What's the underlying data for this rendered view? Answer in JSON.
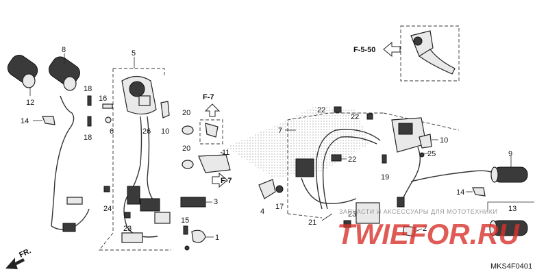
{
  "diagram_code": "MKS4F0401",
  "references": {
    "f7_top": "F-7",
    "f7_mid": "F-7",
    "f550": "F-5-50",
    "fr": "FR."
  },
  "callouts": {
    "c1": "1",
    "c2": "2",
    "c3": "3",
    "c4": "4",
    "c5": "5",
    "c6": "6",
    "c8": "8",
    "c9": "9",
    "c10a": "10",
    "c10b": "10",
    "c11": "11",
    "c12": "12",
    "c13": "13",
    "c14a": "14",
    "c14b": "14",
    "c15": "15",
    "c16": "16",
    "c17": "17",
    "c18a": "18",
    "c18b": "18",
    "c19": "19",
    "c20a": "20",
    "c20b": "20",
    "c21": "21",
    "c22a": "22",
    "c22b": "22",
    "c22c": "22",
    "c23a": "23",
    "c23b": "23",
    "c24": "24",
    "c25": "25",
    "c26": "26",
    "c7": "7"
  },
  "watermark": {
    "logo": "TWIEFOR.RU",
    "banner": "ЗАПЧАСТИ И АКСЕССУАРЫ ДЛЯ МОТОТЕХНИКИ"
  },
  "colors": {
    "watermark": "#d9332b",
    "line": "#222222"
  }
}
